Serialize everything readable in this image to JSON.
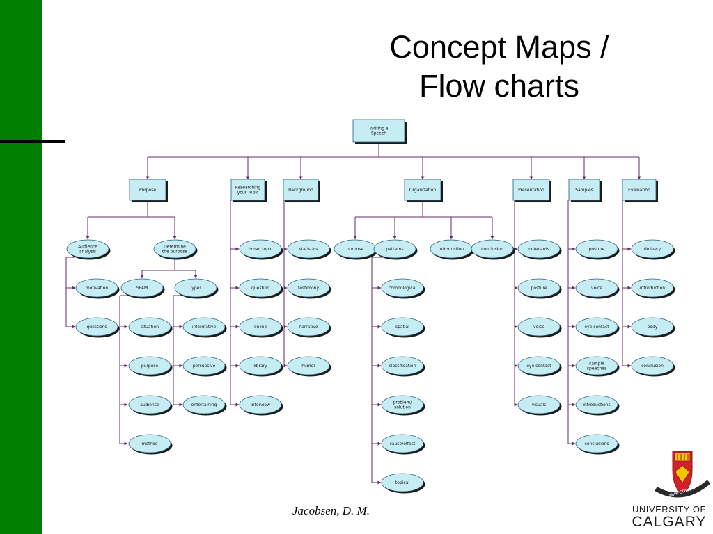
{
  "slide": {
    "title_line1": "Concept Maps /",
    "title_line2": "Flow charts",
    "author": "Jacobsen, D. M.",
    "logo_line1": "UNIVERSITY OF",
    "logo_line2": "CALGARY",
    "logo_motto": "MIHI COR SIT"
  },
  "colors": {
    "sidebar": "#008000",
    "node_fill": "#c6ecf4",
    "node_stroke": "#2b5e7a",
    "connector": "#6a2a6e",
    "shadow": "#1a1a1a"
  },
  "diagram": {
    "root": "Writing a Speech",
    "categories": [
      "Purpose",
      "Researching your Topic",
      "Background",
      "Organization",
      "Presentation",
      "Samples",
      "Evaluation"
    ],
    "purpose": {
      "children": [
        "Audience analysis",
        "Determine the purpose"
      ],
      "audience_analysis": [
        "motivation",
        "questions"
      ],
      "determine_the_purpose": [
        "SPAM",
        "Types"
      ],
      "spam": [
        "situation",
        "purpose",
        "audience",
        "method"
      ],
      "types": [
        "informative",
        "persuasive",
        "entertaining"
      ]
    },
    "researching": [
      "broad topic",
      "question",
      "online",
      "library",
      "interview"
    ],
    "background": [
      "statistics",
      "testimony",
      "narrative",
      "humor"
    ],
    "organization": {
      "children": [
        "purpose",
        "patterns",
        "introduction",
        "conclusion"
      ],
      "patterns": [
        "chronological",
        "spatial",
        "classification",
        "problem/ solution",
        "cause/effect",
        "topical"
      ]
    },
    "presentation": [
      "notecards",
      "posture",
      "voice",
      "eye contact",
      "visuals"
    ],
    "samples": [
      "posture",
      "voice",
      "eye contact",
      "sample speeches",
      "introductions",
      "conclusions"
    ],
    "evaluation": [
      "delivery",
      "introduction",
      "body",
      "conclusion"
    ]
  }
}
